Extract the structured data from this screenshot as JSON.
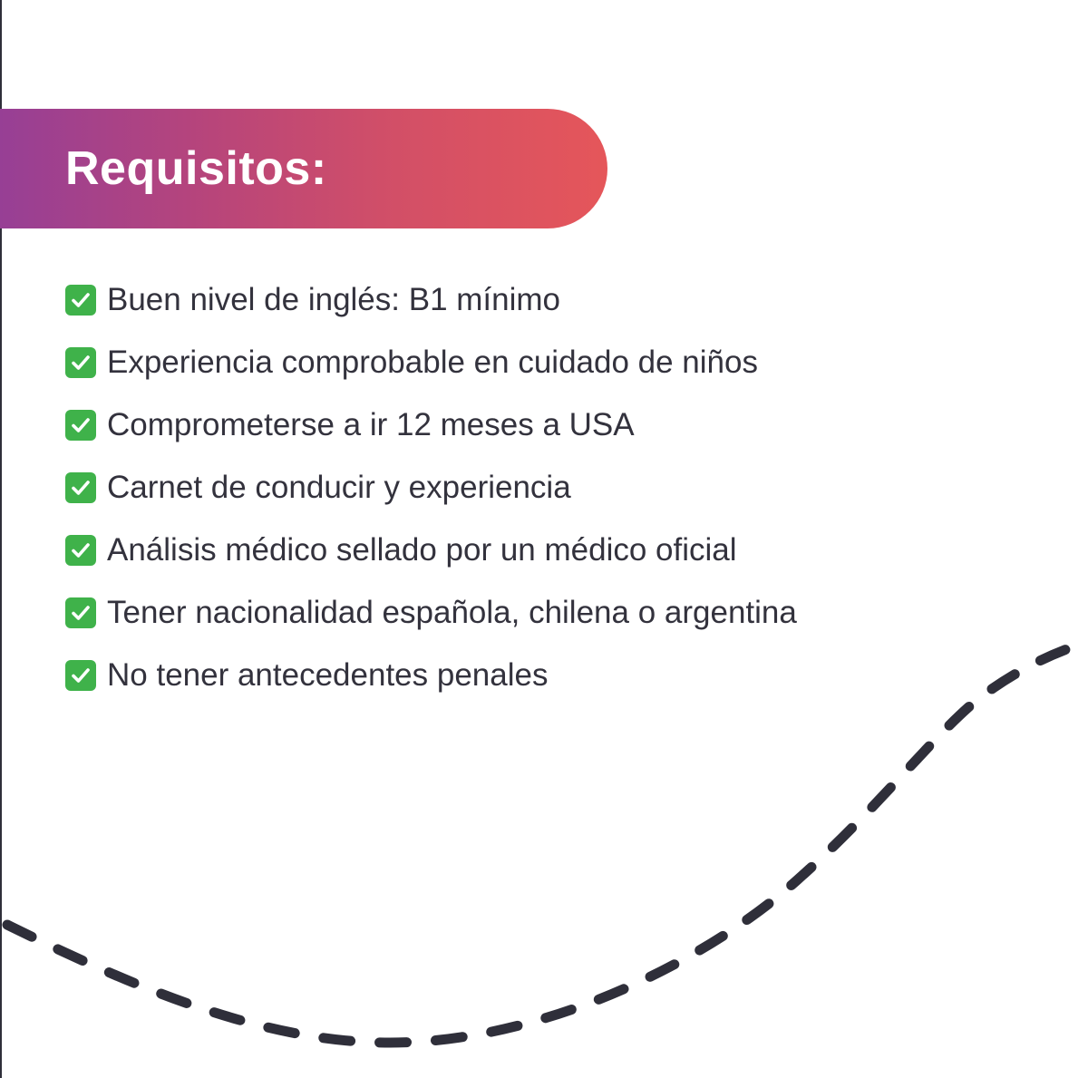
{
  "header": {
    "title": "Requisitos:"
  },
  "requirements": {
    "icon": "check-mark-icon",
    "items": [
      {
        "label": "Buen nivel de inglés: B1 mínimo"
      },
      {
        "label": "Experiencia comprobable en cuidado de niños"
      },
      {
        "label": "Comprometerse a ir 12 meses a USA"
      },
      {
        "label": "Carnet de conducir y experiencia"
      },
      {
        "label": "Análisis médico sellado por un médico oficial"
      },
      {
        "label": "Tener nacionalidad española, chilena o argentina"
      },
      {
        "label": "No tener antecedentes penales"
      }
    ]
  },
  "colors": {
    "gradient_start": "#973f95",
    "gradient_end": "#e5565a",
    "text": "#33323d",
    "check": "#3fb24a",
    "dashed_line": "#2f2f3a"
  }
}
